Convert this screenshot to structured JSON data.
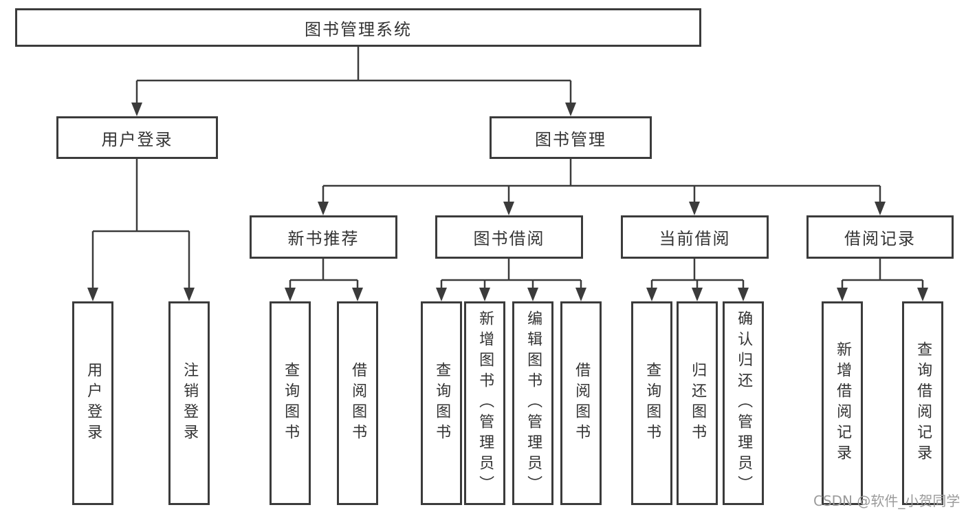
{
  "diagram": {
    "root": {
      "label": "图书管理系统"
    },
    "branches": [
      {
        "label": "用户登录",
        "children": [
          "用户登录",
          "注销登录"
        ]
      },
      {
        "label": "图书管理",
        "children": [
          {
            "label": "新书推荐",
            "children": [
              "查询图书",
              "借阅图书"
            ]
          },
          {
            "label": "图书借阅",
            "children": [
              "查询图书",
              "新增图书（管理员）",
              "编辑图书（管理员）",
              "借阅图书"
            ]
          },
          {
            "label": "当前借阅",
            "children": [
              "查询图书",
              "归还图书",
              "确认归还（管理员）"
            ]
          },
          {
            "label": "借阅记录",
            "children": [
              "新增借阅记录",
              "查询借阅记录"
            ]
          }
        ]
      }
    ]
  },
  "watermark": "CSDN @软件_小贺同学",
  "colors": {
    "line": "#3b3b3b",
    "text": "#333333",
    "box_background": "#ffffff",
    "watermark": "#9b9b9b"
  }
}
